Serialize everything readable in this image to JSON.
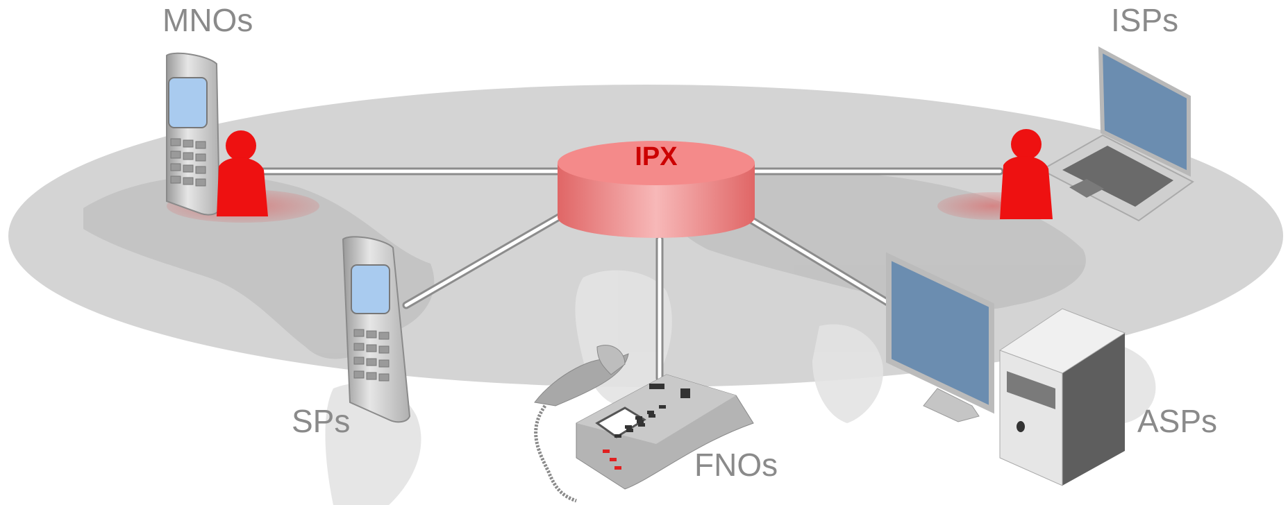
{
  "hub": {
    "label": "IPX",
    "color": "#cc0000"
  },
  "nodes": {
    "mno": {
      "label": "MNOs"
    },
    "isp": {
      "label": "ISPs"
    },
    "sp": {
      "label": "SPs"
    },
    "fno": {
      "label": "FNOs"
    },
    "asp": {
      "label": "ASPs"
    }
  },
  "colors": {
    "ellipse": "#d2d2d2",
    "map": "#c4c4c4",
    "hub_fill": "#f08a8a",
    "person": "#ee1111",
    "device": "#b8b8b8",
    "screen_blue": "#a9cbef",
    "monitor_blue": "#6b8db0",
    "label_gray": "#8a8a8a"
  }
}
